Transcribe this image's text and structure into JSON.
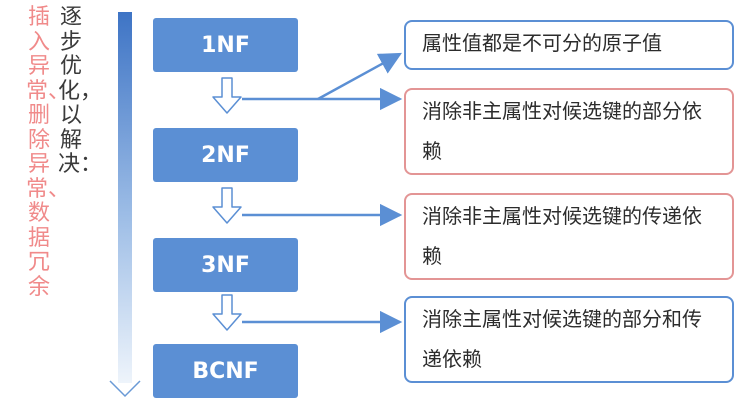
{
  "side_red_text": "插入异常、删除异常、数据冗余",
  "side_black_text": "逐步优化，以解决：",
  "normal_forms": [
    "1NF",
    "2NF",
    "3NF",
    "BCNF"
  ],
  "descriptions": [
    "属性值都是不可分的原子值",
    "消除非主属性对候选键的部分依赖",
    "消除非主属性对候选键的传递依赖",
    "消除主属性对候选键的部分和传递依赖"
  ],
  "colors": {
    "box_fill": "#5b8fd4",
    "arrow": "#5b8fd4",
    "accent_red": "#e39595",
    "side_red": "#f08a8a"
  }
}
